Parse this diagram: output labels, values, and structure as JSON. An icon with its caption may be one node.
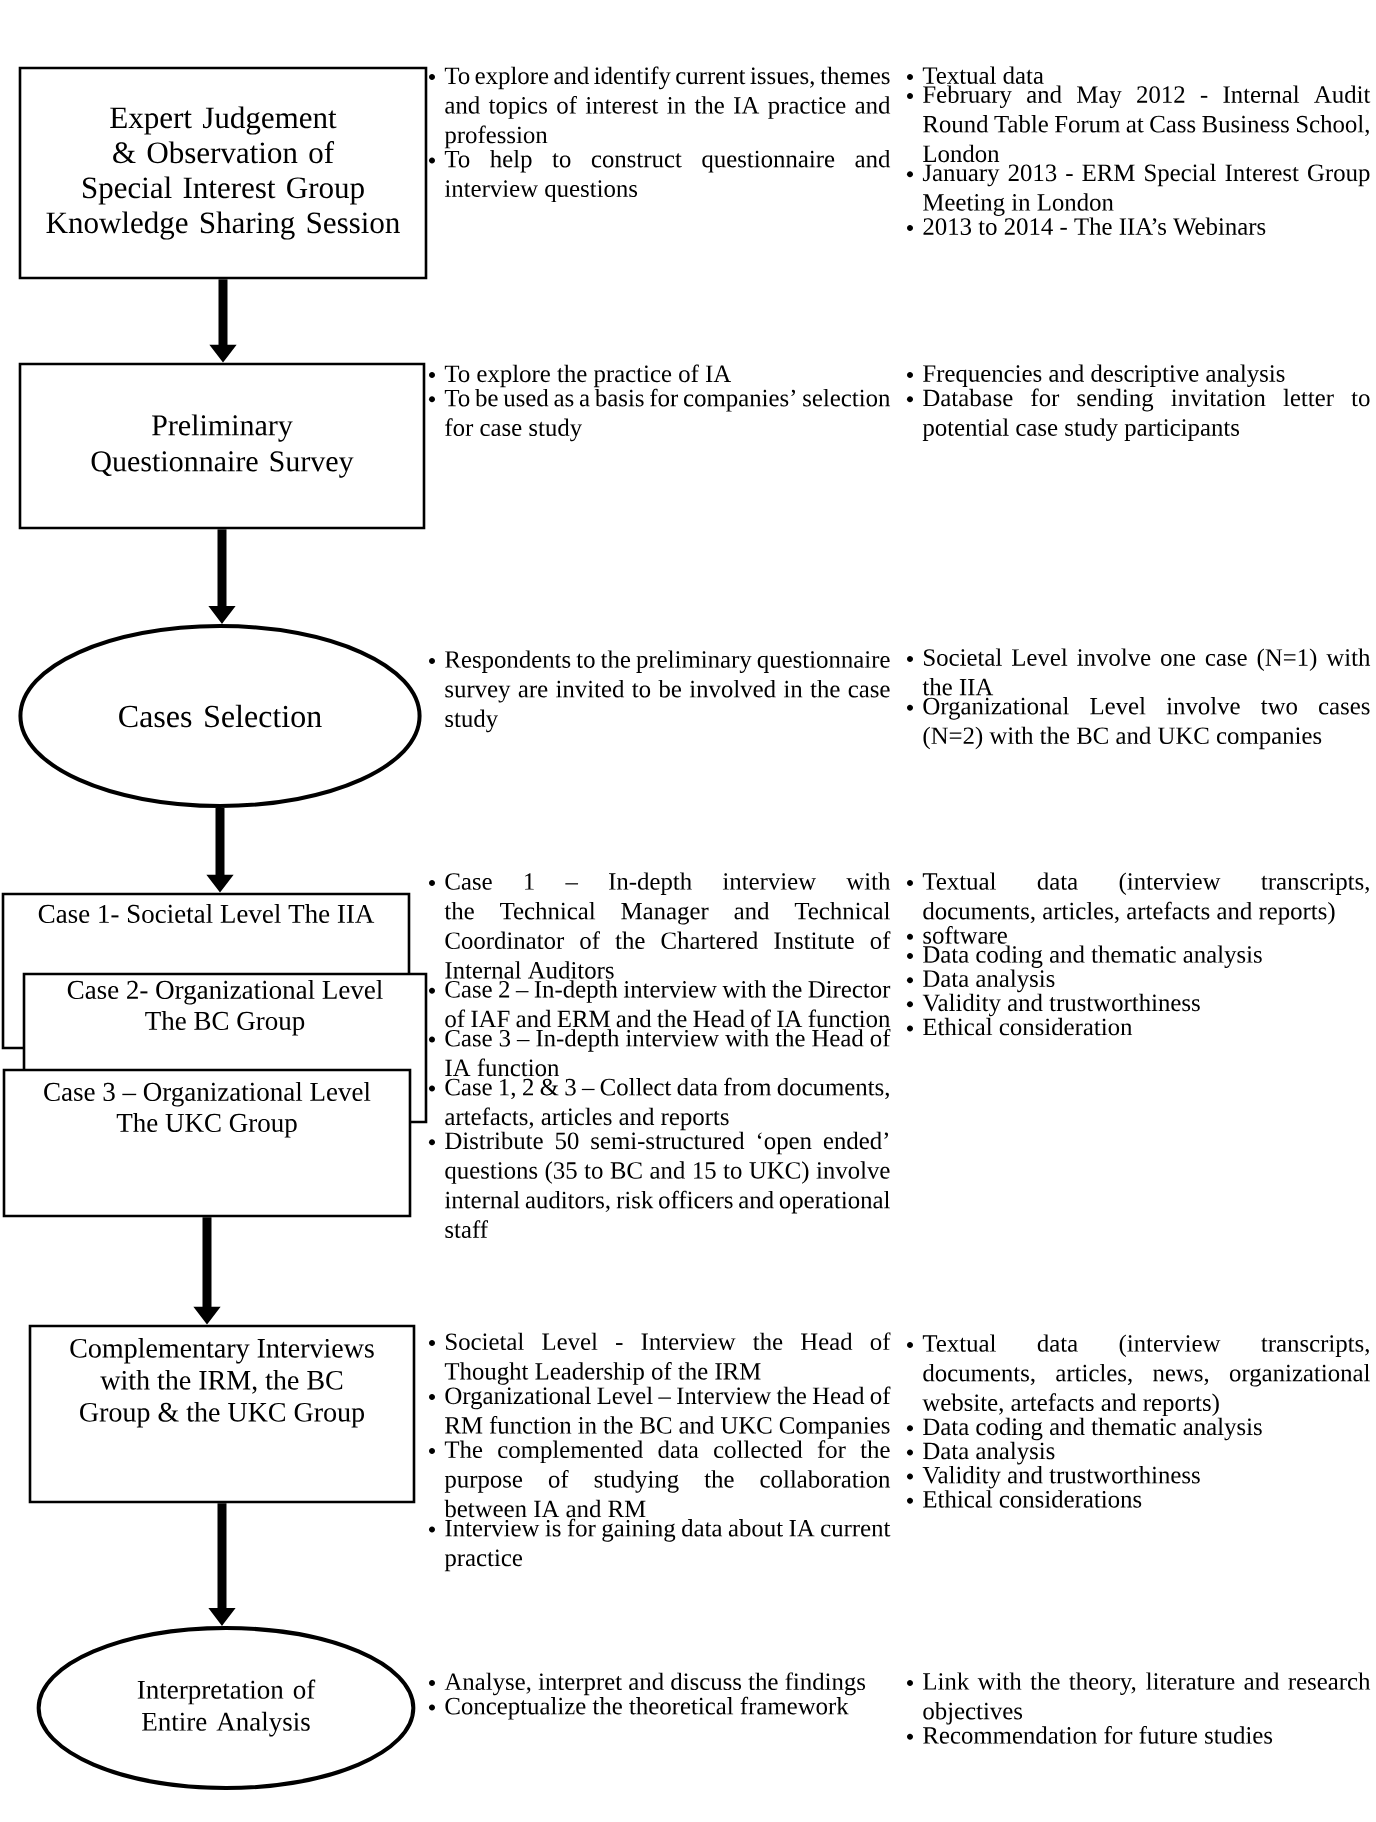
{
  "diagram": {
    "nodes": [
      {
        "text": [
          "Expert Judgement & Observation of Special Interest Group Knowledge Sharing Session"
        ]
      },
      {
        "text": [
          "Preliminary Questionnaire Survey"
        ]
      },
      {
        "text": [
          "Cases Selection"
        ]
      },
      {
        "text": [
          "Case 1- Societal Level The IIA"
        ]
      },
      {
        "text": [
          "Case 2- Organizational Level The BC Group"
        ]
      },
      {
        "text": [
          "Case 3 – Organizational Level The UKC Group"
        ]
      },
      {
        "text": [
          "Complementary Interviews with the IRM, the BC Group & the UKC Group"
        ]
      },
      {
        "text": [
          "Interpretation of Entire Analysis"
        ]
      }
    ],
    "edges": [
      {
        "from": 0,
        "to": 1,
        "arrow": "to"
      },
      {
        "from": 1,
        "to": 2,
        "arrow": "to"
      },
      {
        "from": 2,
        "to": 3,
        "arrow": "to"
      },
      {
        "from": 5,
        "to": 6,
        "arrow": "to"
      },
      {
        "from": 6,
        "to": 7,
        "arrow": "to"
      }
    ],
    "labels": [
      "To explore and identify current issues, themes and topics of interest in the IA practice and profession",
      "To help to construct questionnaire and interview questions",
      "Textual data",
      "February and May 2012 - Internal Audit Round Table Forum at Cass Business School, London",
      "January 2013 - ERM Special Interest Group Meeting in London",
      "2013 to 2014 - The IIA’s Webinars",
      "To explore the practice of IA",
      "To be used as a basis for companies’ selection for case study",
      "Frequencies and descriptive analysis",
      "Database for sending invitation letter to potential case study participants",
      "Respondents to the preliminary questionnaire survey are invited to be involved in the case study",
      "Societal Level involve one case (N=1) with the IIA",
      "Organizational Level involve two cases (N=2) with the BC and UKC companies",
      "Case 1 – In-depth interview with the Technical Manager and Technical Coordinator of the Chartered Institute of Internal Auditors",
      "Case 2 – In-depth interview with the Director of IAF and ERM and the Head of IA function",
      "Case 3 – In-depth interview with the Head of IA function",
      "Case 1, 2 & 3 – Collect data from documents, artefacts, articles and reports",
      "Distribute 50 semi-structured ‘open ended’ questions (35 to BC and 15 to UKC) involve internal auditors, risk officers and operational staff",
      "Textual data (interview transcripts, documents, articles, artefacts and reports)",
      "software",
      "Data coding and thematic analysis",
      "Data analysis",
      "Validity and trustworthiness",
      "Ethical consideration",
      "Societal Level - Interview the Head of Thought Leadership of the IRM",
      "Organizational Level – Interview the Head of RM function in the BC and UKC Companies",
      "The complemented data collected for the purpose of studying the collaboration between IA and RM",
      "Interview is for gaining data about IA current practice",
      "Textual data (interview transcripts, documents, articles, news, organizational website, artefacts and reports)",
      "Data coding and thematic analysis",
      "Data analysis",
      "Validity and trustworthiness",
      "Ethical considerations",
      "Analyse, interpret and discuss the findings",
      "Conceptualize the theoretical framework",
      "Link with the theory, literature and research objectives",
      "Recommendation for future studies"
    ]
  }
}
